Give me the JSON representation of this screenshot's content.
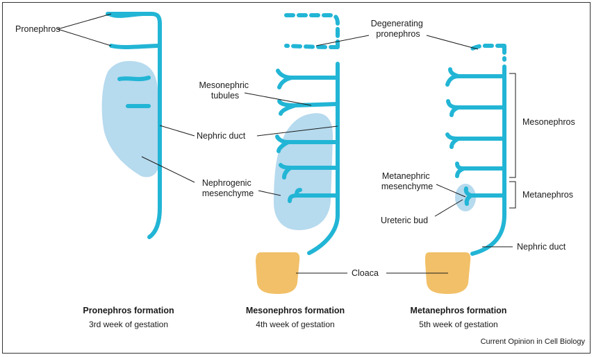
{
  "colors": {
    "duct": "#22b5d5",
    "mesenchyme": "#b6daee",
    "cloaca": "#f2c068",
    "text": "#1a1a1a"
  },
  "labels": {
    "pronephros": "Pronephros",
    "degenerating_pronephros": [
      "Degenerating",
      "pronephros"
    ],
    "mesonephric_tubules": [
      "Mesonephric",
      "tubules"
    ],
    "nephric_duct_middle": "Nephric duct",
    "nephrogenic_mesenchyme": [
      "Nephrogenic",
      "mesenchyme"
    ],
    "metanephric_mesenchyme": [
      "Metanephric",
      "mesenchyme"
    ],
    "ureteric_bud": "Ureteric bud",
    "mesonephros": "Mesonephros",
    "metanephros": "Metanephros",
    "nephric_duct_right": "Nephric duct",
    "cloaca": "Cloaca"
  },
  "stages": [
    {
      "title": "Pronephros formation",
      "subtitle": "3rd week of gestation"
    },
    {
      "title": "Mesonephros formation",
      "subtitle": "4th week of gestation"
    },
    {
      "title": "Metanephros formation",
      "subtitle": "5th week of gestation"
    }
  ],
  "credit": "Current Opinion in Cell Biology"
}
